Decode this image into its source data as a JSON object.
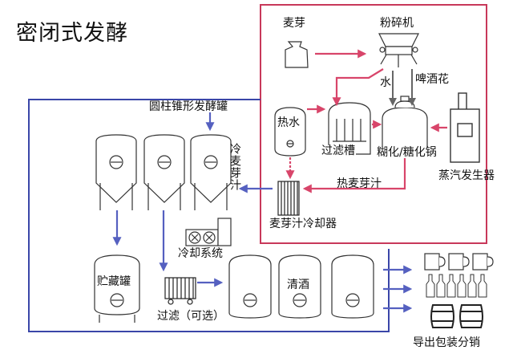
{
  "title": "密闭式发酵",
  "labels": {
    "malt": "麦芽",
    "mill": "粉碎机",
    "water": "水",
    "hops": "啤酒花",
    "hot_water": "热水",
    "lauter_tun": "过滤槽",
    "mash_kettle": "糊化/糖化锅",
    "steam_generator": "蒸汽发生器",
    "hot_wort": "热麦芽汁",
    "wort_cooler": "麦芽汁冷却器",
    "cold_wort": "冷麦芽汁",
    "fermenter": "圆柱锥形发酵罐",
    "cooling_system": "冷却系统",
    "storage_tank": "贮藏罐",
    "filter": "过滤（可选）",
    "bright_beer": "清酒",
    "packaging": "导出包装分销"
  },
  "colors": {
    "brew_border": "#c8385a",
    "ferm_border": "#3a46a8",
    "red_arrow": "#d8456a",
    "blue_arrow": "#5560c0",
    "gray_arrow": "#666666",
    "equipment_stroke": "#333333"
  }
}
